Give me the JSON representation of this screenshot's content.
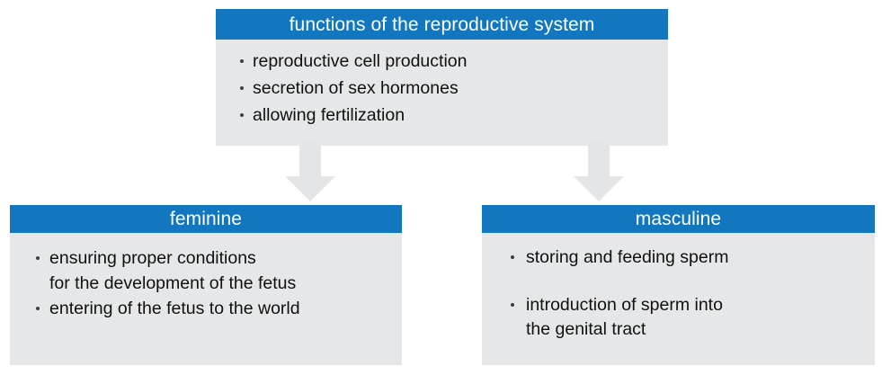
{
  "diagram": {
    "type": "hierarchy-flowchart",
    "colors": {
      "header_blue": "#1277bf",
      "body_gray": "#e6e7e8",
      "arrow_gray": "#e4e5e6",
      "text_dark": "#111111",
      "header_text": "#ffffff",
      "page_background": "#ffffff"
    },
    "root": {
      "title": "functions of the reproductive system",
      "bullets": [
        "reproductive cell production",
        "secretion of sex hormones",
        "allowing fertilization"
      ]
    },
    "branches": [
      {
        "title": "feminine",
        "bullets": [
          "ensuring proper conditions\nfor the development of the fetus",
          "entering of the fetus to the world"
        ]
      },
      {
        "title": "masculine",
        "bullets": [
          "storing and feeding sperm",
          "introduction of sperm into\nthe genital tract"
        ]
      }
    ],
    "connectors": [
      {
        "name": "down-arrow-to-feminine",
        "direction": "down"
      },
      {
        "name": "down-arrow-to-masculine",
        "direction": "down"
      }
    ]
  }
}
